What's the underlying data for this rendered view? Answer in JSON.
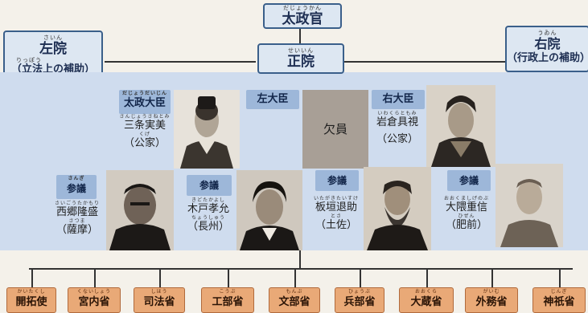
{
  "top": {
    "dajokan": {
      "ruby": "だじょうかん",
      "label": "太政官"
    },
    "sain": {
      "ruby": "さいん",
      "label": "左院",
      "note": "（立法上の補助）",
      "note_ruby": "りっぽう"
    },
    "uin": {
      "ruby": "うゐん",
      "label": "右院",
      "note": "（行政上の補助）"
    },
    "seiin": {
      "ruby": "せいいん",
      "label": "正院"
    }
  },
  "roles": {
    "dajo_daijin": {
      "ruby": "だじょうだいじん",
      "label": "太政大臣"
    },
    "sa_daijin": {
      "label": "左大臣"
    },
    "u_daijin": {
      "label": "右大臣"
    },
    "vacant": {
      "label": "欠員"
    },
    "sangi": "参議",
    "sangi_ruby": "さんぎ"
  },
  "people": [
    {
      "id": "sanjo",
      "ruby": "さんじょうさねとみ",
      "name": "三条実美",
      "domain_ruby": "くげ",
      "domain": "（公家）"
    },
    {
      "id": "iwakura",
      "ruby": "いわくらともみ",
      "name": "岩倉具視",
      "domain": "（公家）"
    },
    {
      "id": "saigo",
      "ruby": "さいごうたかもり",
      "name": "西郷隆盛",
      "domain_ruby": "さつま",
      "domain": "（薩摩）"
    },
    {
      "id": "kido",
      "ruby": "きどたかよし",
      "name": "木戸孝允",
      "domain_ruby": "ちょうしゅう",
      "domain": "（長州）"
    },
    {
      "id": "itagaki",
      "ruby": "いたがきたいすけ",
      "name": "板垣退助",
      "domain_ruby": "とさ",
      "domain": "（土佐）"
    },
    {
      "id": "okuma",
      "ruby": "おおくましげのぶ",
      "name": "大隈重信",
      "domain_ruby": "ひぜん",
      "domain": "（肥前）"
    }
  ],
  "ministries": [
    {
      "ruby": "かいたくし",
      "label": "開拓使"
    },
    {
      "ruby": "くないしょう",
      "label": "宮内省"
    },
    {
      "ruby": "しほう",
      "label": "司法省"
    },
    {
      "ruby": "こうぶ",
      "label": "工部省"
    },
    {
      "ruby": "もんぶ",
      "label": "文部省"
    },
    {
      "ruby": "ひょうぶ",
      "label": "兵部省"
    },
    {
      "ruby": "おおくら",
      "label": "大蔵省"
    },
    {
      "ruby": "がいむ",
      "label": "外務省"
    },
    {
      "ruby": "じんぎ",
      "label": "神祇省"
    }
  ],
  "colors": {
    "panel": "#cfdcee",
    "role_box": "#9db7d9",
    "top_box_border": "#3a5f8a",
    "ministry": "#e9a977",
    "vacant": "#a89f96"
  }
}
